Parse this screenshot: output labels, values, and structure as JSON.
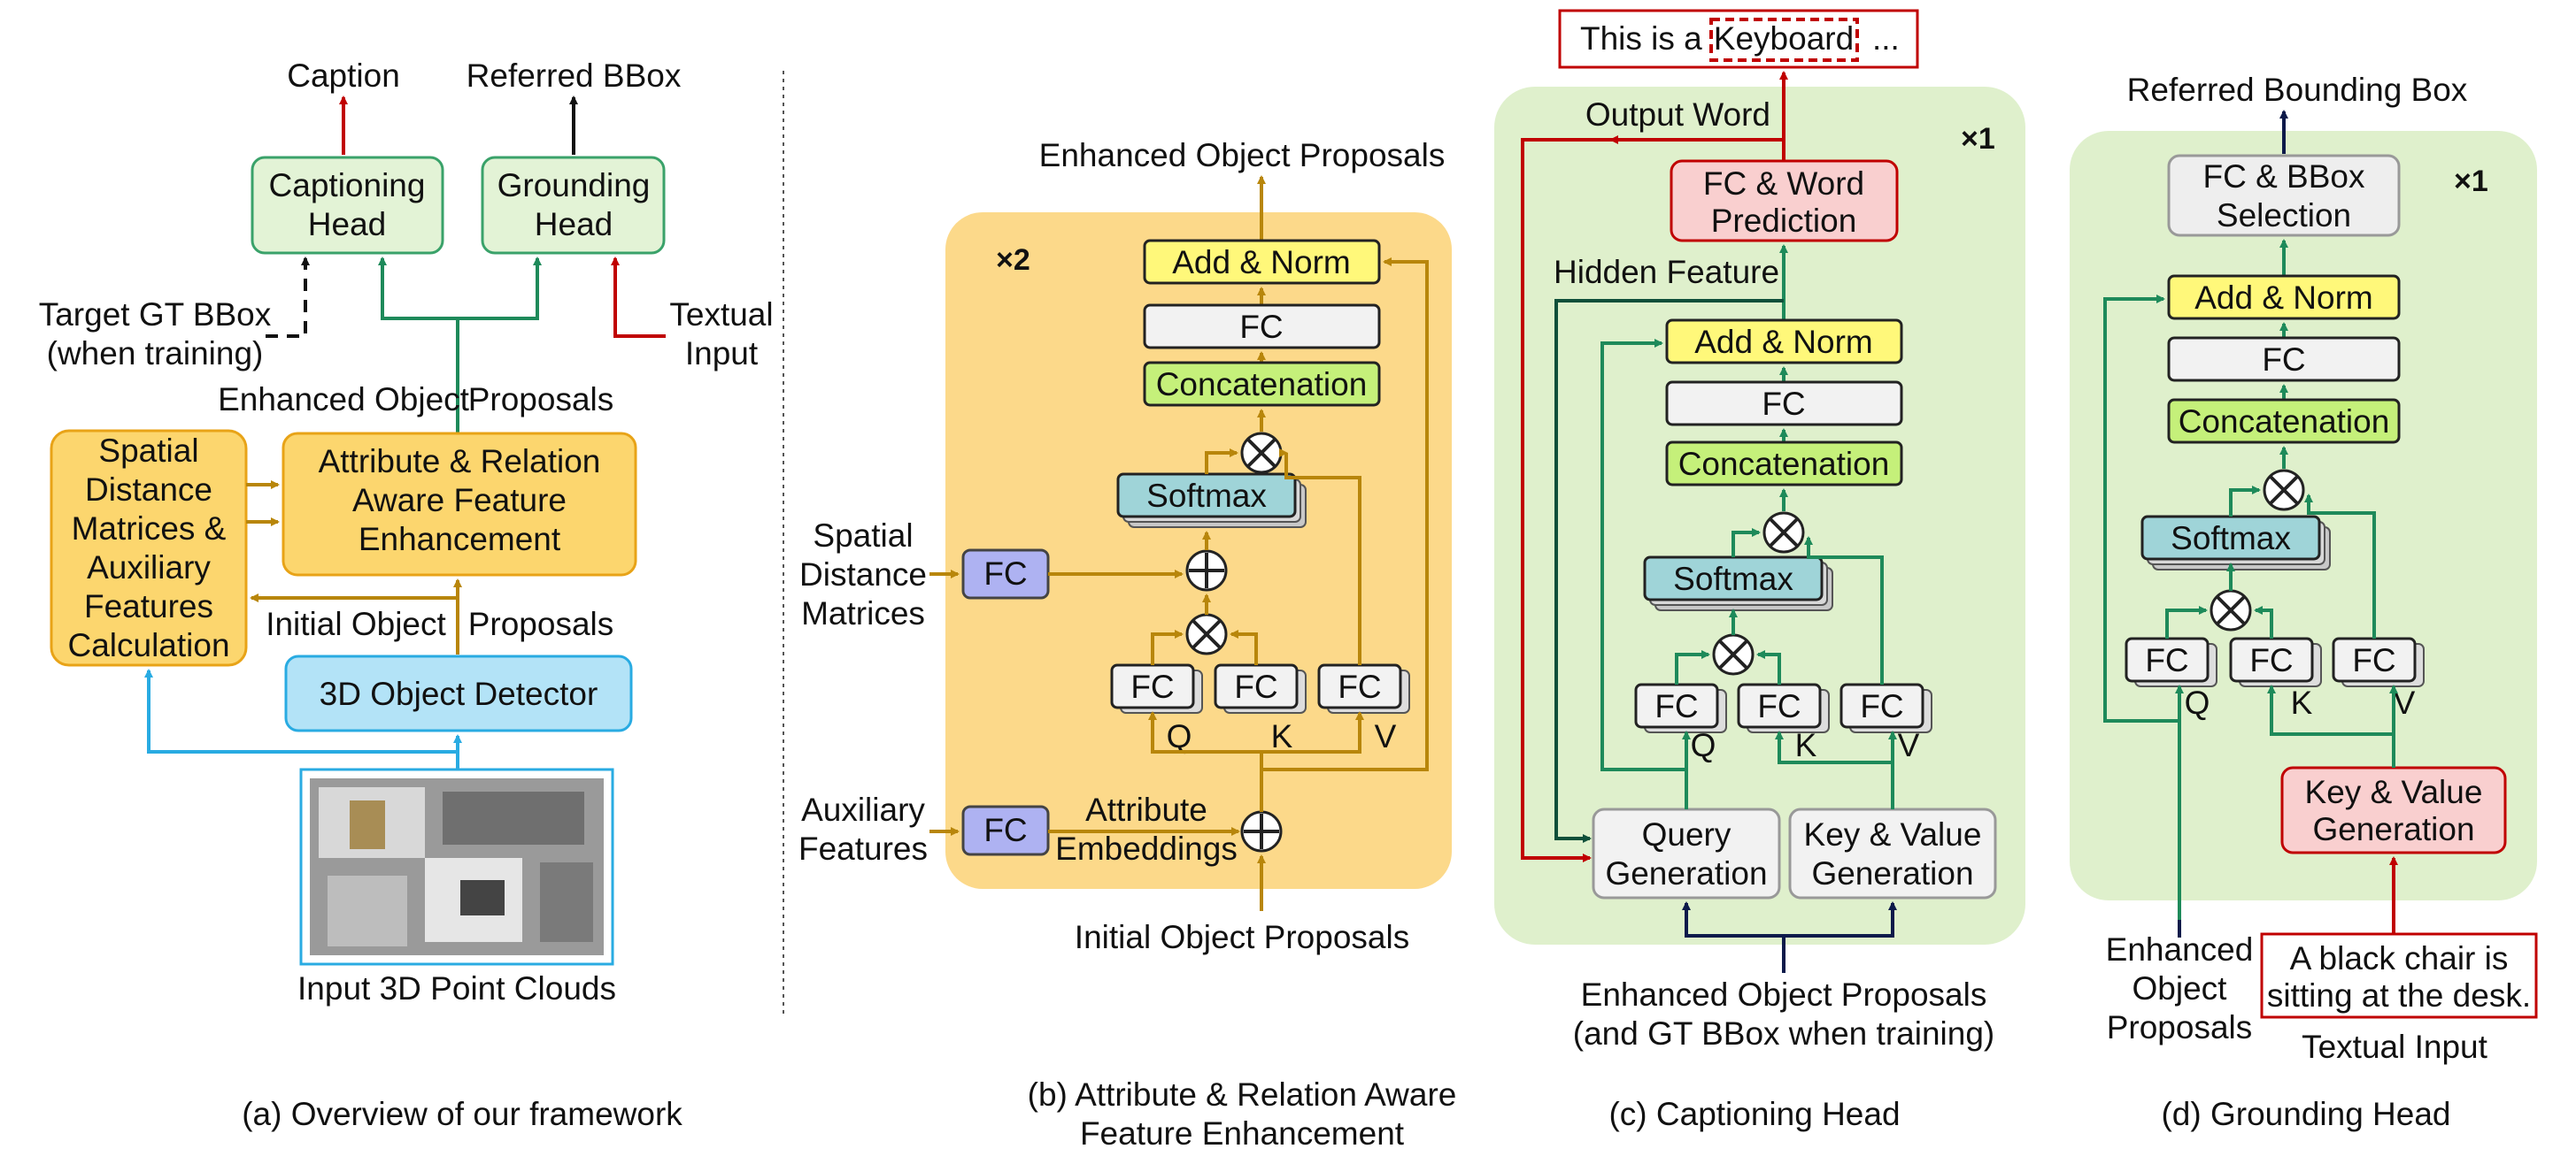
{
  "panel_a": {
    "caption": "(a) Overview of our framework",
    "output_caption": "Caption",
    "output_bbox": "Referred BBox",
    "captioning_head": [
      "Captioning",
      "Head"
    ],
    "grounding_head": [
      "Grounding",
      "Head"
    ],
    "target_gt": [
      "Target GT BBox",
      "(when training)"
    ],
    "textual_input": [
      "Textual",
      "Input"
    ],
    "enhanced": [
      "Enhanced Object",
      "Proposals"
    ],
    "spatial_box": [
      "Spatial",
      "Distance",
      "Matrices &",
      "Auxiliary",
      "Features",
      "Calculation"
    ],
    "arfe_box": [
      "Attribute & Relation",
      "Aware Feature",
      "Enhancement"
    ],
    "initial": [
      "Initial Object",
      "Proposals"
    ],
    "detector": "3D Object Detector",
    "point_cloud_label": "Input 3D Point Clouds"
  },
  "panel_b": {
    "caption": [
      "(b) Attribute & Relation Aware",
      "Feature Enhancement"
    ],
    "top_label": "Enhanced Object Proposals",
    "repeat": "×2",
    "add_norm": "Add & Norm",
    "fc": "FC",
    "concat": "Concatenation",
    "softmax": "Softmax",
    "q": "Q",
    "k": "K",
    "v": "V",
    "spatial_input": [
      "Spatial",
      "Distance",
      "Matrices"
    ],
    "aux_input": [
      "Auxiliary",
      "Features"
    ],
    "attr_emb": [
      "Attribute",
      "Embeddings"
    ],
    "bottom_label": "Initial Object Proposals"
  },
  "panel_c": {
    "caption": "(c) Captioning Head",
    "sentence_pre": "This is a",
    "sentence_word": "Keyboard",
    "sentence_post": "...",
    "output_word": "Output Word",
    "repeat": "×1",
    "fc_word": [
      "FC & Word",
      "Prediction"
    ],
    "hidden": "Hidden Feature",
    "add_norm": "Add & Norm",
    "fc": "FC",
    "concat": "Concatenation",
    "softmax": "Softmax",
    "q": "Q",
    "k": "K",
    "v": "V",
    "query_gen": [
      "Query",
      "Generation"
    ],
    "kv_gen": [
      "Key & Value",
      "Generation"
    ],
    "bottom_label": [
      "Enhanced Object Proposals",
      "(and GT BBox when training)"
    ]
  },
  "panel_d": {
    "caption": "(d) Grounding Head",
    "top_label": "Referred Bounding Box",
    "repeat": "×1",
    "fc_bbox": [
      "FC & BBox",
      "Selection"
    ],
    "add_norm": "Add & Norm",
    "fc": "FC",
    "concat": "Concatenation",
    "softmax": "Softmax",
    "q": "Q",
    "k": "K",
    "v": "V",
    "kv_gen": [
      "Key & Value",
      "Generation"
    ],
    "enhanced": [
      "Enhanced",
      "Object",
      "Proposals"
    ],
    "sentence": [
      "A black chair is",
      "sitting at the desk."
    ],
    "textual_input": "Textual Input"
  },
  "colors": {
    "gold": "#b8860b",
    "green": "#1e8a5a",
    "red": "#c00000",
    "blue": "#29abe2",
    "navy": "#0d1a4a",
    "orange_panel": "#fcd98a",
    "green_panel": "#dff0cc"
  }
}
